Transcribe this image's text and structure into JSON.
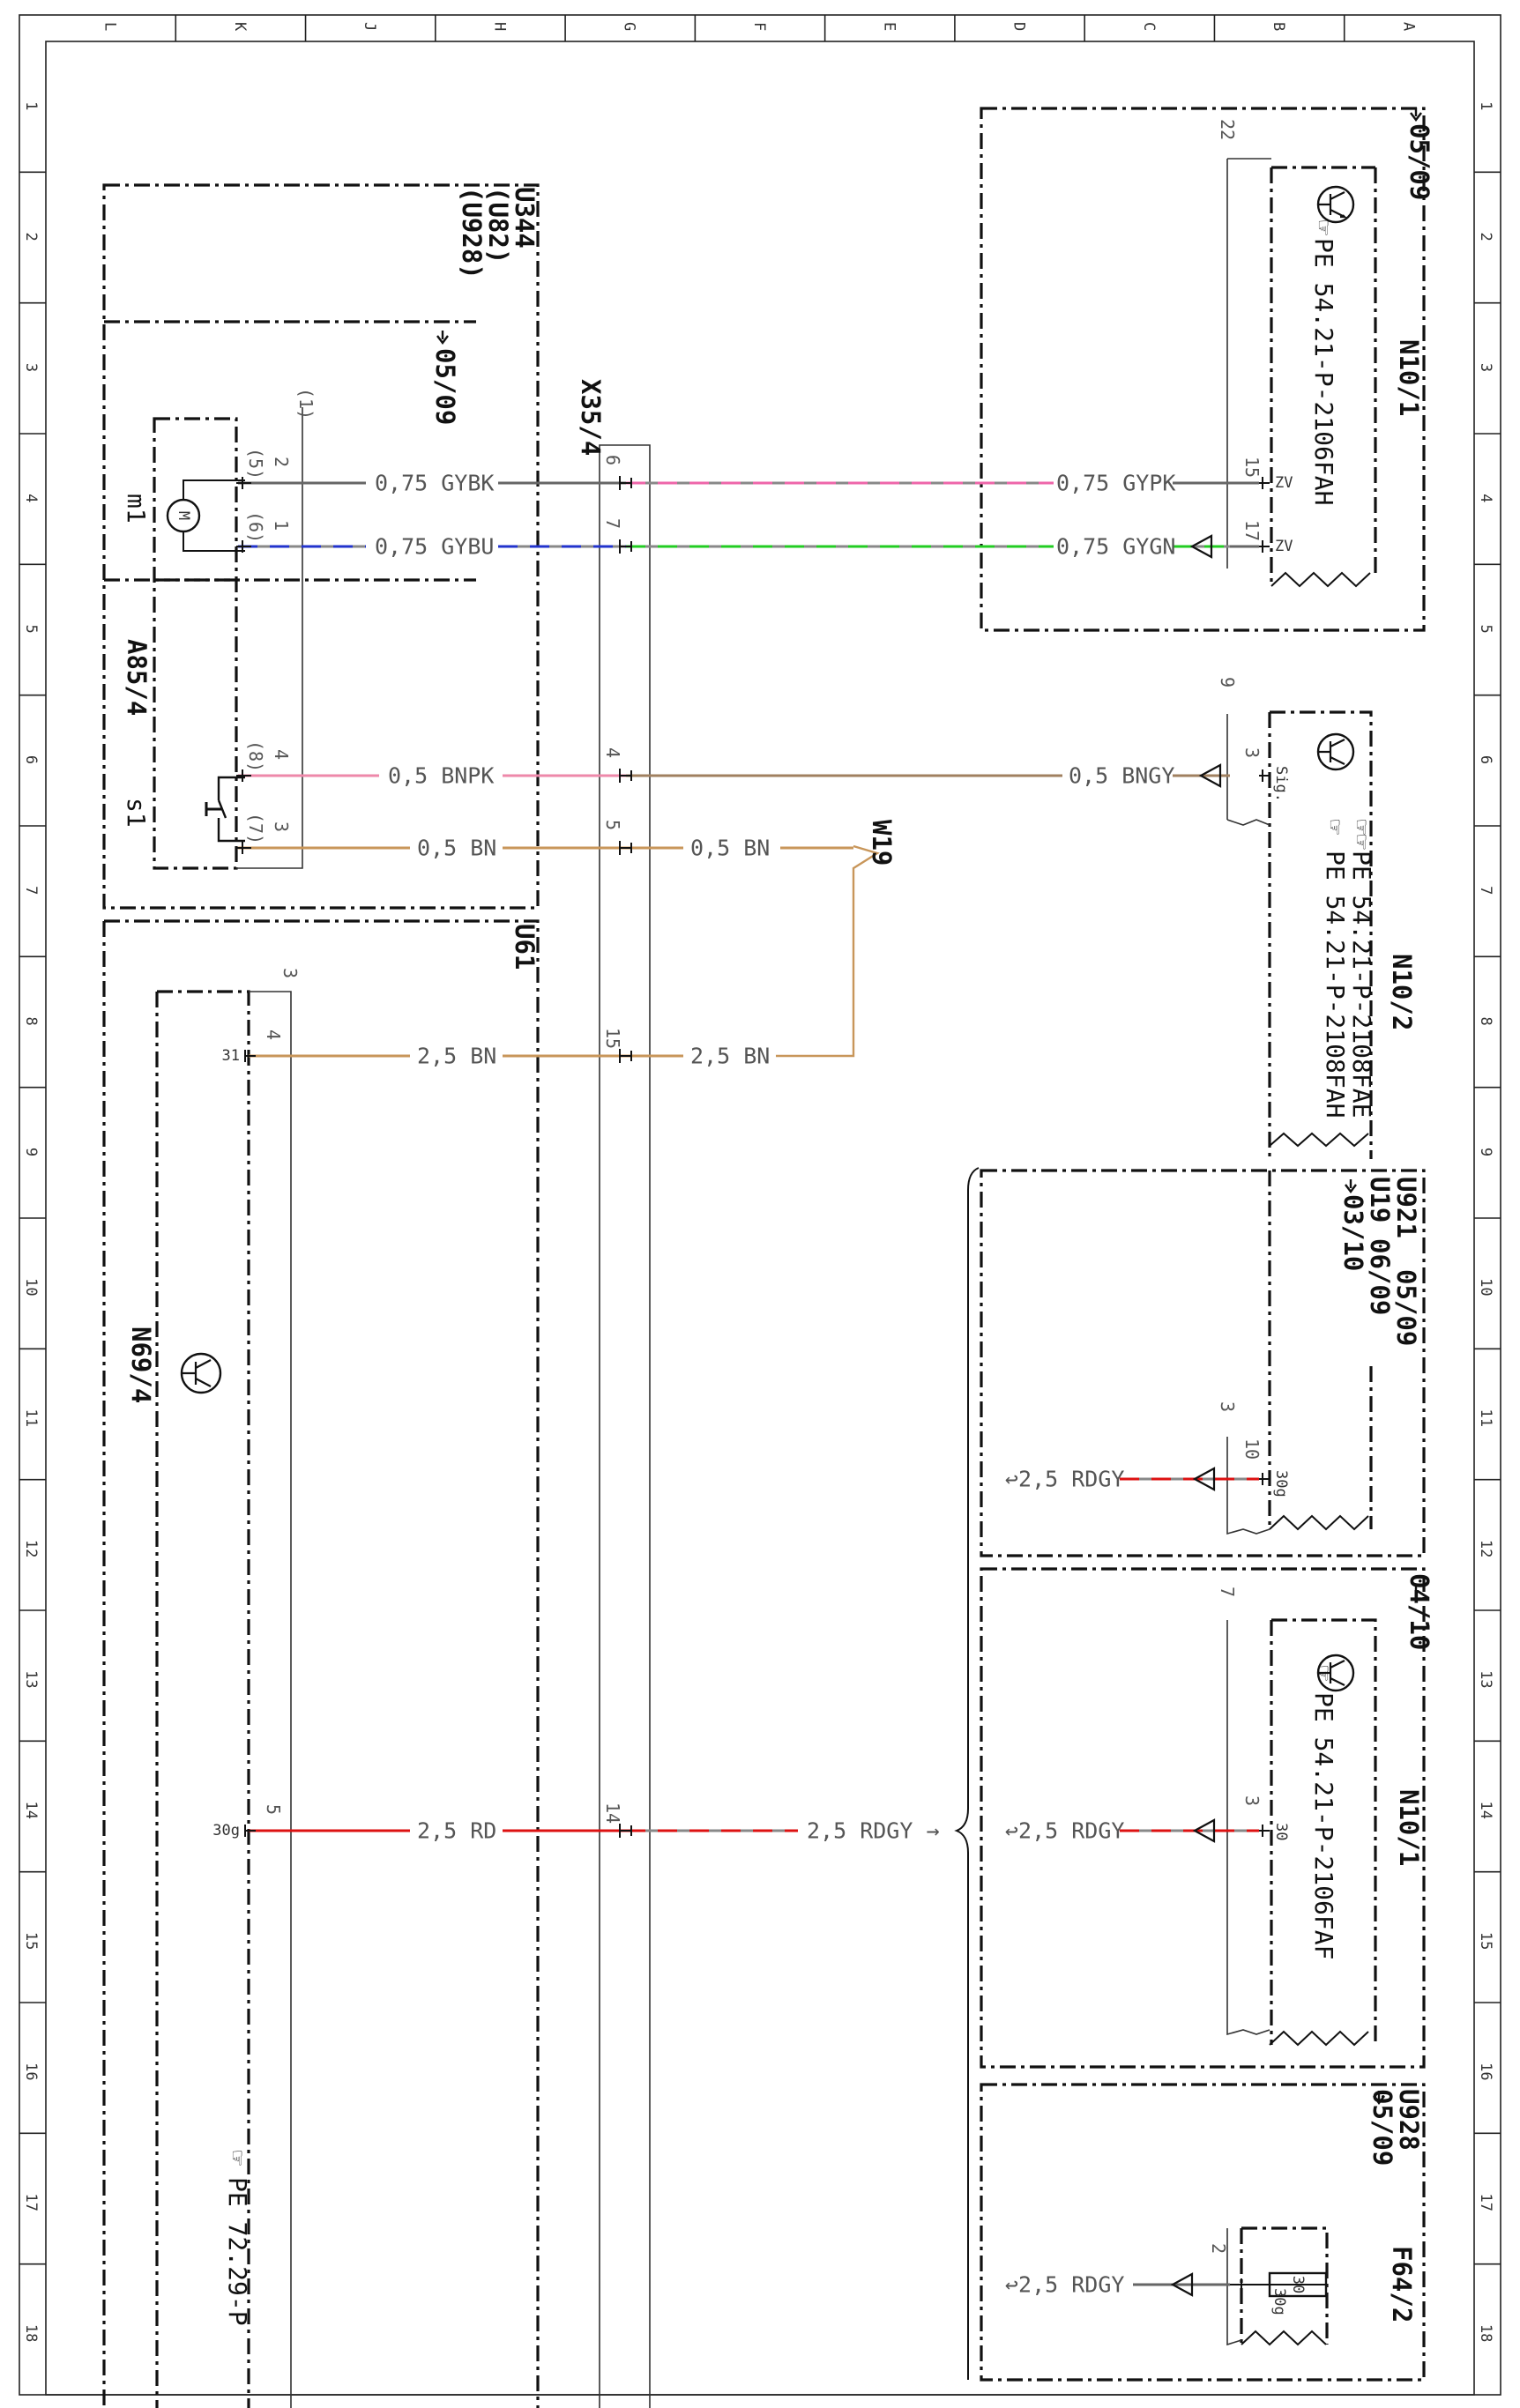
{
  "columns": [
    "L",
    "K",
    "J",
    "H",
    "G",
    "F",
    "E",
    "D",
    "C",
    "B",
    "A"
  ],
  "rows": [
    "1",
    "2",
    "3",
    "4",
    "5",
    "6",
    "7",
    "8",
    "9",
    "10",
    "11",
    "12",
    "13",
    "14",
    "15",
    "16",
    "17",
    "18"
  ],
  "components": {
    "n10_1_top": {
      "name": "N10/1",
      "ref": "PE 54.21-P-2106FAH",
      "nav": "05/09",
      "frame_pin": "22"
    },
    "n10_2": {
      "name": "N10/2",
      "ref1": "PE 54.21-P-2108FAE",
      "ref2": "PE 54.21-P-2108FAH",
      "frame_pin": "9",
      "pin": "3",
      "pin_name": "Sig."
    },
    "u921_box": {
      "codes": "U921",
      "u19": "U19",
      "nav1": "05/09",
      "nav2": "06/09",
      "nav3": "03/10",
      "frame_pin": "3",
      "pin": "10",
      "pin_name": "30g"
    },
    "n10_1_bot": {
      "name": "N10/1",
      "ref": "PE 54.21-P-2106FAF",
      "nav": "04/10",
      "frame_pin": "7",
      "pin": "3",
      "pin_name": "30"
    },
    "f64_2": {
      "name": "F64/2",
      "codes": "U928",
      "nav": "05/09",
      "pin": "2",
      "fuse": "30",
      "pin_name": "30g"
    },
    "a85_4": {
      "name": "A85/4",
      "codes1": "U344",
      "codes2": "(U82)",
      "codes3": "(U928)",
      "nav": "05/09",
      "frame_pin": "(1)",
      "motor": "m1",
      "switch": "s1",
      "motor_sym": "M"
    },
    "x35_4": {
      "name": "X35/4"
    },
    "w19": {
      "name": "W19"
    },
    "u61_box": {
      "codes": "U61"
    },
    "n69_4": {
      "name": "N69/4",
      "ref": "PE 72.29-P",
      "frame_pin": "3"
    }
  },
  "n10_1_pins": [
    {
      "num": "15",
      "name": "ZV"
    },
    {
      "num": "17",
      "name": "ZV"
    }
  ],
  "a85_pins": [
    {
      "num": "2",
      "alt": "(5)"
    },
    {
      "num": "1",
      "alt": "(6)"
    },
    {
      "num": "4",
      "alt": "(8)"
    },
    {
      "num": "3",
      "alt": "(7)"
    }
  ],
  "x35_pins": [
    "6",
    "7",
    "4",
    "5",
    "15",
    "14"
  ],
  "n69_pins": [
    {
      "num": "4",
      "name": "31"
    },
    {
      "num": "5",
      "name": "30g"
    }
  ],
  "wires": [
    {
      "left": "0,75 GYBK",
      "right": "0,75 GYPK",
      "color_a": "#888888",
      "color_b": "#ee66aa"
    },
    {
      "left": "0,75 GYBU",
      "right": "0,75 GYGN",
      "color_a": "#2233cc",
      "color_b": "#22cc22"
    },
    {
      "left": "0,5 BNPK",
      "right": "0,5 BNGY",
      "color_a": "#ee88aa",
      "color_b": "#a08060"
    },
    {
      "left": "0,5 BN",
      "right": "0,5 BN",
      "color_a": "#c8965a",
      "color_b": "#c8965a"
    },
    {
      "left": "2,5 BN",
      "right": "2,5 BN",
      "color_a": "#c8965a",
      "color_b": "#c8965a"
    },
    {
      "left": "2,5 RD",
      "right": "2,5 RDGY",
      "color_a": "#dd1111",
      "color_b": "#dd1111"
    }
  ],
  "feeds": [
    "2,5 RDGY",
    "2,5 RDGY",
    "2,5 RDGY"
  ]
}
